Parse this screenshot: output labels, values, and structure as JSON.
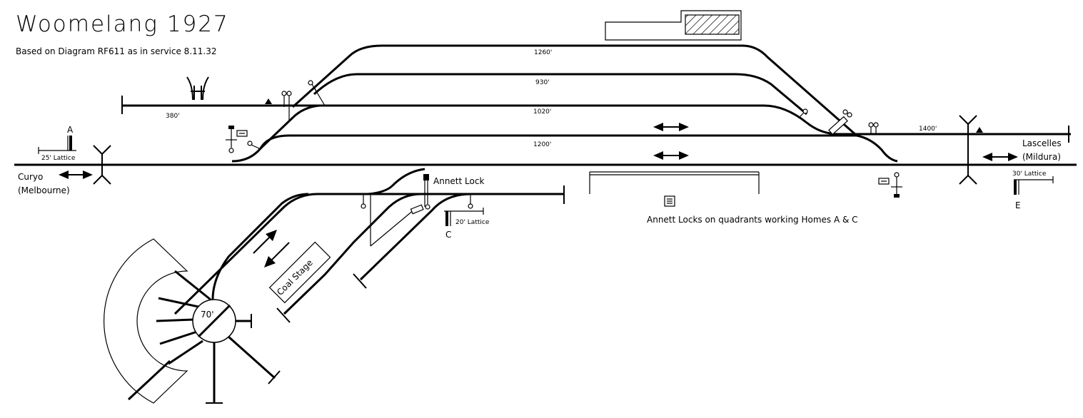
{
  "title": "Woomelang 1927",
  "subtitle": "Based on Diagram RF611 as in service 8.11.32",
  "lengths": {
    "loop_top": "1260'",
    "loop_2": "930'",
    "loop_3": "1020'",
    "loop_4": "1200'",
    "siding_left": "380'",
    "right_main": "1400'"
  },
  "destinations": {
    "left_name": "Curyo",
    "left_via": "(Melbourne)",
    "right_name": "Lascelles",
    "right_via": "(Mildura)"
  },
  "signals": {
    "a_letter": "A",
    "a_post": "25' Lattice",
    "c_letter": "C",
    "c_post": "20' Lattice",
    "e_letter": "E",
    "e_post": "30' Lattice"
  },
  "annett_lock": "Annett Lock",
  "annett_note": "Annett Locks on quadrants working Homes A & C",
  "coal_stage": "Coal Stage",
  "turntable": "70'"
}
